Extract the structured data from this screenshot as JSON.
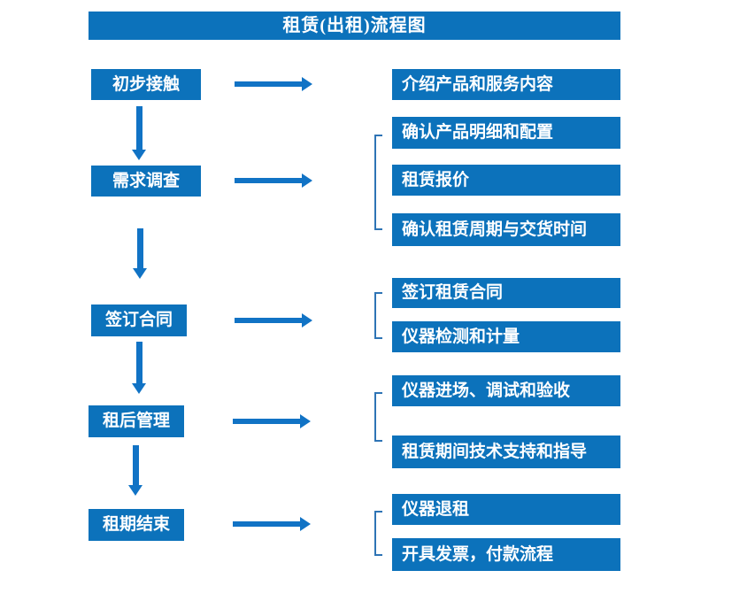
{
  "title": "租赁(出租)流程图",
  "colors": {
    "box_blue": "#0C72BB",
    "arrow_blue": "#1173C5",
    "bracket_blue": "#2E74B5",
    "text": "#FFFFFF",
    "background": "#FFFFFF"
  },
  "stages": [
    {
      "label": "初步接触"
    },
    {
      "label": "需求调查"
    },
    {
      "label": "签订合同"
    },
    {
      "label": "租后管理"
    },
    {
      "label": "租期结束"
    }
  ],
  "details": [
    {
      "label": "介绍产品和服务内容"
    },
    {
      "label": "确认产品明细和配置"
    },
    {
      "label": "租赁报价"
    },
    {
      "label": "确认租赁周期与交货时间"
    },
    {
      "label": "签订租赁合同"
    },
    {
      "label": "仪器检测和计量"
    },
    {
      "label": "仪器进场、调试和验收"
    },
    {
      "label": "租赁期间技术支持和指导"
    },
    {
      "label": "仪器退租"
    },
    {
      "label": "开具发票，付款流程"
    }
  ]
}
